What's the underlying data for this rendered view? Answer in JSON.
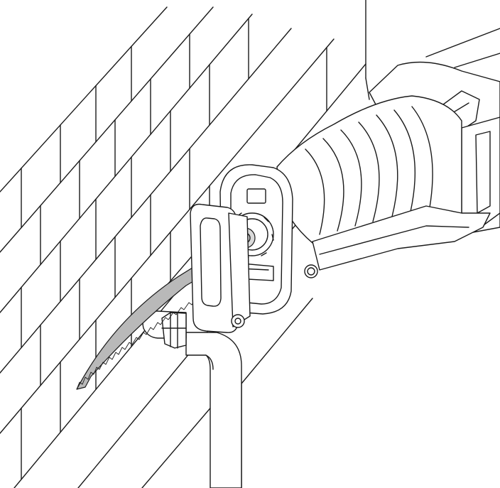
{
  "figure": {
    "colors": {
      "line": "#1a1a1a",
      "background": "#ffffff",
      "blade": "#b9b9b9",
      "highlight": "#d9d9d9"
    },
    "parts": [
      "brick-wall",
      "pipe",
      "reciprocating-saw",
      "saw-blade",
      "pivot-shoe",
      "blade-clamp"
    ]
  }
}
